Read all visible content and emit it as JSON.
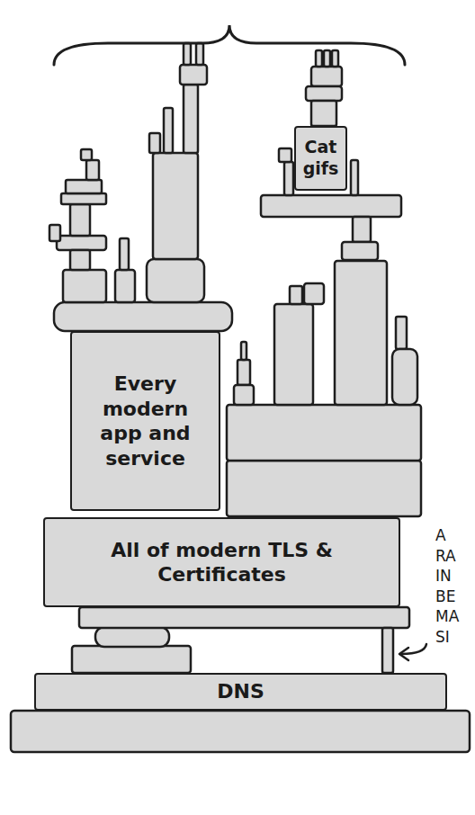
{
  "diagram": {
    "nodes": [
      {
        "text": [
          "Cat gifs"
        ]
      },
      {
        "text": [
          "Every modern app and service"
        ]
      },
      {
        "text": [
          "All of modern TLS & Certificates"
        ]
      },
      {
        "text": [
          "DNS"
        ]
      }
    ],
    "labels": [
      "A RA IN BE MA SI"
    ]
  }
}
